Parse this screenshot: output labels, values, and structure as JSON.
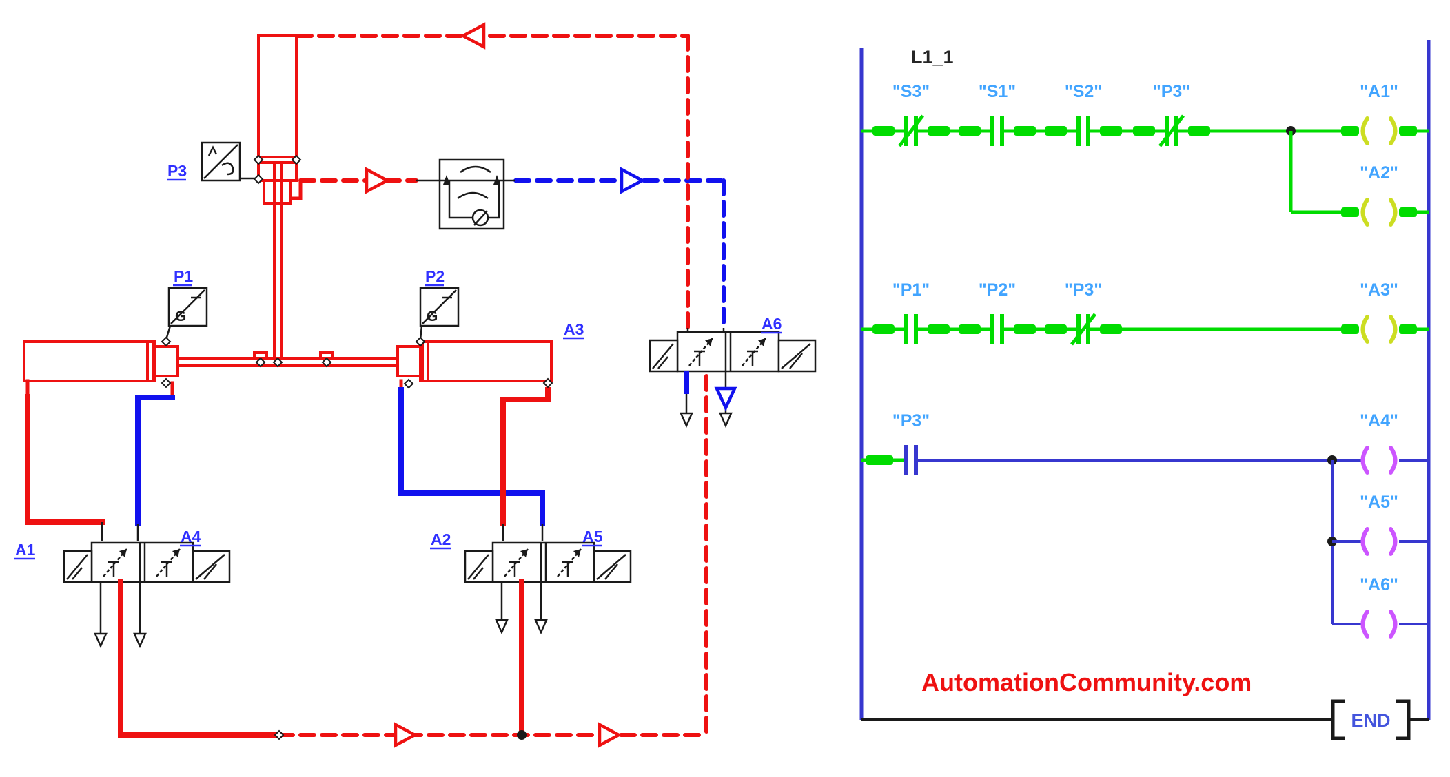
{
  "colors": {
    "red": "#ee1111",
    "blue": "#1111ee",
    "black": "#1a1a1a",
    "rail": "#3737cf",
    "green": "#00dc00",
    "linkblue": "#3030ff",
    "lightblue": "#41a4ff",
    "coilon": "#ccdd22",
    "coiloff": "#cc55ff",
    "endtext": "#4455dd"
  },
  "pneumatic": {
    "sensor_glyph": "G",
    "labels": {
      "p1": "P1",
      "p2": "P2",
      "p3": "P3",
      "a1": "A1",
      "a2": "A2",
      "a3": "A3",
      "a4": "A4",
      "a5": "A5",
      "a6": "A6"
    }
  },
  "ladder": {
    "network_label": "L1_1",
    "rungs": [
      {
        "contacts": [
          {
            "label": "\"S3\"",
            "type": "NC",
            "state": "on"
          },
          {
            "label": "\"S1\"",
            "type": "NO",
            "state": "on"
          },
          {
            "label": "\"S2\"",
            "type": "NO",
            "state": "on"
          },
          {
            "label": "\"P3\"",
            "type": "NC",
            "state": "on"
          }
        ],
        "coils": [
          {
            "label": "\"A1\"",
            "state": "on"
          },
          {
            "label": "\"A2\"",
            "state": "on"
          }
        ]
      },
      {
        "contacts": [
          {
            "label": "\"P1\"",
            "type": "NO",
            "state": "on"
          },
          {
            "label": "\"P2\"",
            "type": "NO",
            "state": "on"
          },
          {
            "label": "\"P3\"",
            "type": "NC",
            "state": "on"
          }
        ],
        "coils": [
          {
            "label": "\"A3\"",
            "state": "on"
          }
        ]
      },
      {
        "contacts": [
          {
            "label": "\"P3\"",
            "type": "NO",
            "state": "off"
          }
        ],
        "coils": [
          {
            "label": "\"A4\"",
            "state": "off"
          },
          {
            "label": "\"A5\"",
            "state": "off"
          },
          {
            "label": "\"A6\"",
            "state": "off"
          }
        ]
      }
    ],
    "watermark": "AutomationCommunity.com",
    "end_label": "END"
  }
}
